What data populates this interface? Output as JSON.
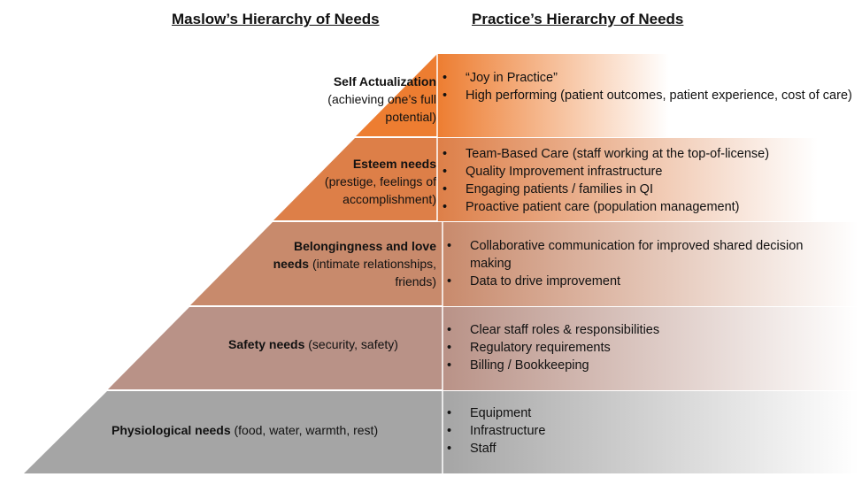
{
  "headers": {
    "maslow": "Maslow’s Hierarchy of Needs",
    "practice": "Practice’s Hierarchy of Needs"
  },
  "levels": [
    {
      "title": "Self Actualization",
      "desc": "(achieving one’s full potential)",
      "color": "#ed7d31",
      "items": [
        "“Joy in Practice”",
        "High performing (patient outcomes, patient experience, cost of care)"
      ]
    },
    {
      "title": "Esteem needs",
      "desc": "(prestige, feelings of accomplishment)",
      "color": "#dd7f48",
      "items": [
        "Team-Based Care (staff working at the top-of-license)",
        "Quality Improvement infrastructure",
        "Engaging patients / families in QI",
        "Proactive patient care (population management)"
      ]
    },
    {
      "title": "Belongingness and love needs",
      "desc": "(intimate relationships, friends)",
      "color": "#c88a6c",
      "items": [
        "Collaborative communication for improved shared decision making",
        "Data to drive improvement"
      ]
    },
    {
      "title": "Safety needs",
      "desc": "(security, safety)",
      "color": "#b99287",
      "items": [
        "Clear staff roles & responsibilities",
        "Regulatory requirements",
        "Billing / Bookkeeping"
      ]
    },
    {
      "title": "Physiological needs",
      "desc": "(food, water, warmth, rest)",
      "color": "#a5a5a5",
      "items": [
        "Equipment",
        "Infrastructure",
        "Staff"
      ]
    }
  ]
}
